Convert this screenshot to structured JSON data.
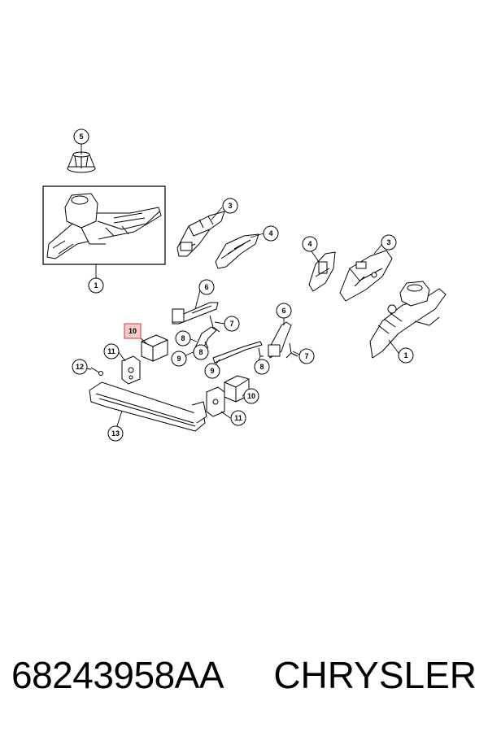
{
  "footer": {
    "part_number": "68243958AA",
    "brand": "CHRYSLER"
  },
  "highlight_color": "#d9534f",
  "callouts": [
    {
      "id": "c5",
      "label": "5"
    },
    {
      "id": "c1a",
      "label": "1"
    },
    {
      "id": "c3a",
      "label": "3"
    },
    {
      "id": "c4a",
      "label": "4"
    },
    {
      "id": "c4b",
      "label": "4"
    },
    {
      "id": "c3b",
      "label": "3"
    },
    {
      "id": "c6a",
      "label": "6"
    },
    {
      "id": "c7a",
      "label": "7"
    },
    {
      "id": "c10a",
      "label": "10"
    },
    {
      "id": "c8a",
      "label": "8"
    },
    {
      "id": "c11a",
      "label": "11"
    },
    {
      "id": "c9a",
      "label": "9"
    },
    {
      "id": "c8b",
      "label": "8"
    },
    {
      "id": "c6b",
      "label": "6"
    },
    {
      "id": "c7b",
      "label": "7"
    },
    {
      "id": "c12",
      "label": "12"
    },
    {
      "id": "c9b",
      "label": "9"
    },
    {
      "id": "c8c",
      "label": "8"
    },
    {
      "id": "c1b",
      "label": "1"
    },
    {
      "id": "c10b",
      "label": "10"
    },
    {
      "id": "c11b",
      "label": "11"
    },
    {
      "id": "c13",
      "label": "13"
    }
  ]
}
